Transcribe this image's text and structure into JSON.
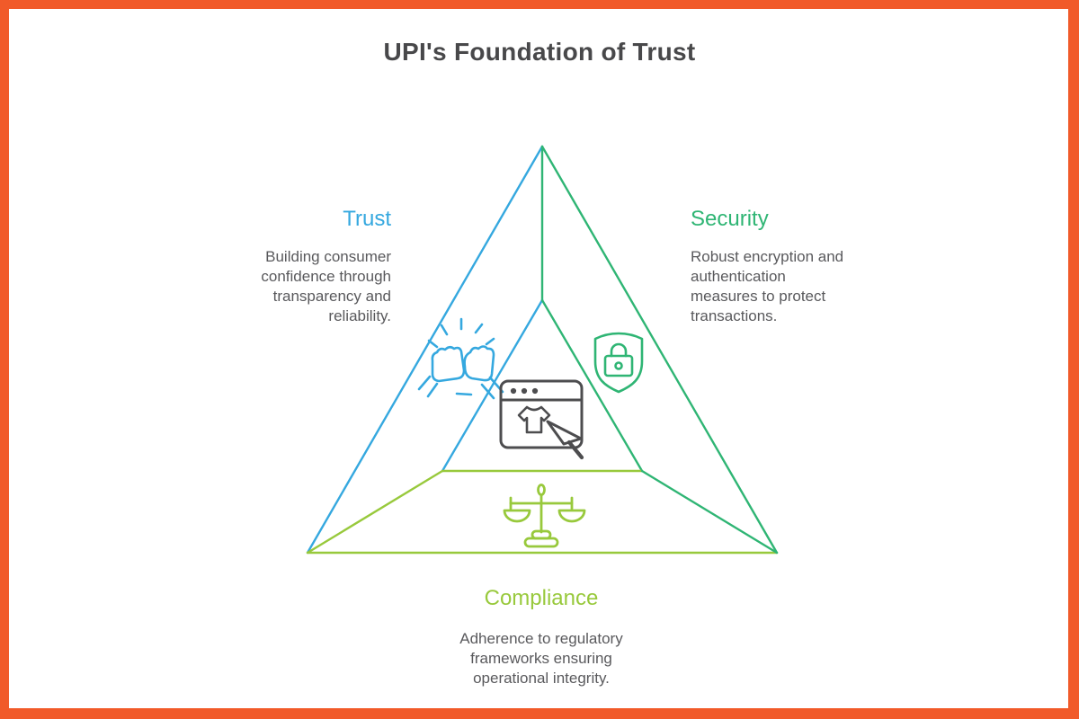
{
  "title": "UPI's Foundation of Trust",
  "pillars": {
    "trust": {
      "label": "Trust",
      "description": "Building consumer\nconfidence through\ntransparency and\nreliability.",
      "color": "#35A8DF",
      "icon": "fist-bump-icon"
    },
    "security": {
      "label": "Security",
      "description": "Robust encryption and\nauthentication\nmeasures to protect\ntransactions.",
      "color": "#2FB574",
      "icon": "shield-lock-icon"
    },
    "compliance": {
      "label": "Compliance",
      "description": "Adherence to regulatory\nframeworks ensuring\noperational integrity.",
      "color": "#98C93C",
      "icon": "balance-scale-icon"
    }
  },
  "center_icon": "browser-click-icon",
  "colors": {
    "frame_border": "#F15A29",
    "canvas_background": "#FFFFFF",
    "title_text": "#48484A",
    "body_text": "#59595C",
    "trust_blue": "#35A8DF",
    "security_green": "#2FB574",
    "compliance_lime": "#98C93C",
    "center_icon_gray": "#4D4D4F"
  }
}
